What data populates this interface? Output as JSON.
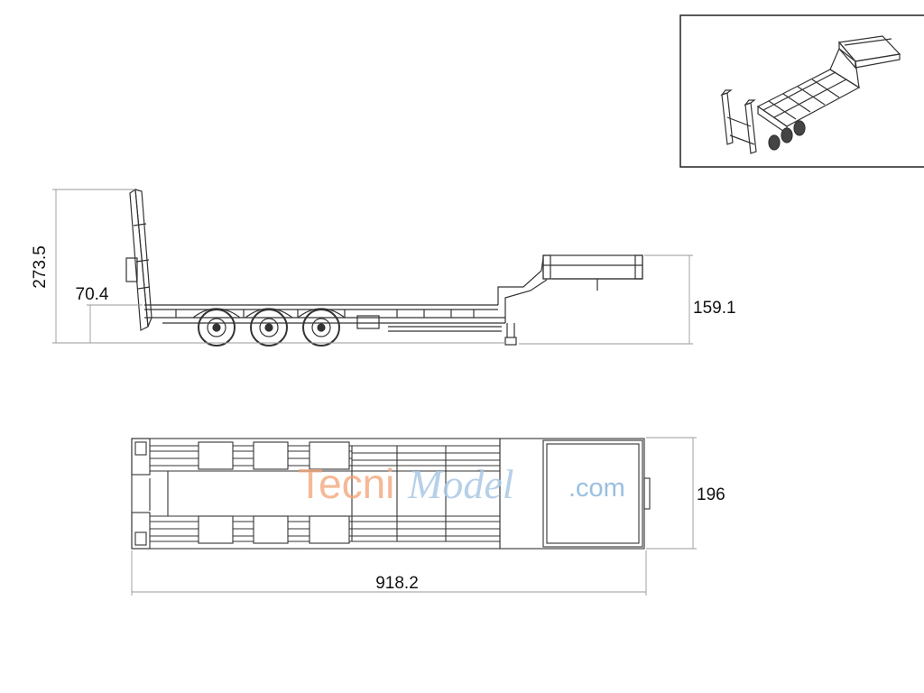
{
  "dimensions": {
    "total_height": "273.5",
    "ramp_height": "70.4",
    "gooseneck_height": "159.1",
    "width": "196",
    "length": "918.2"
  },
  "watermark": {
    "part1": "Tecni",
    "part2": "Model",
    "part3": ".com"
  },
  "colors": {
    "line": "#333333",
    "watermark_orange": "#f2a274",
    "watermark_blue": "#8fb8de"
  }
}
